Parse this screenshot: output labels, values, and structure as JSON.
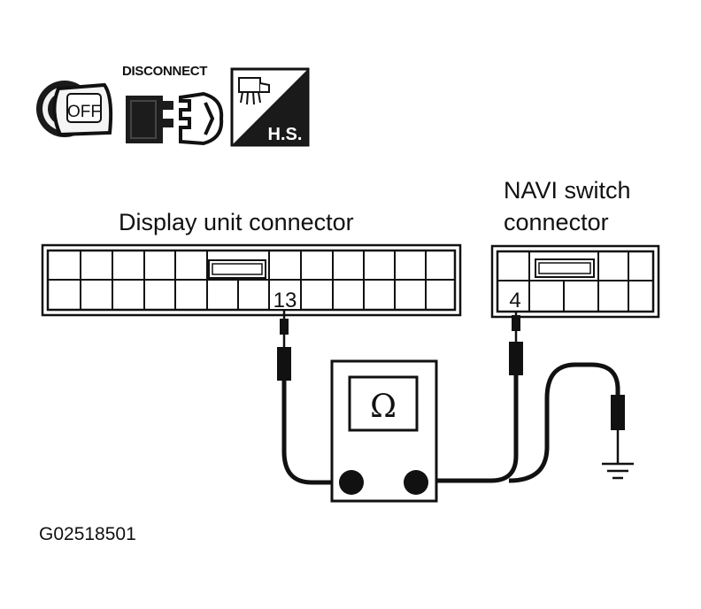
{
  "icons": {
    "ignition_label": "OFF",
    "disconnect_label": "DISCONNECT",
    "harness_label": "H.S."
  },
  "display_connector": {
    "title": "Display unit connector",
    "terminal": "13"
  },
  "navi_connector": {
    "title_line1": "NAVI switch",
    "title_line2": "connector",
    "terminal": "4"
  },
  "meter": {
    "symbol": "Ω"
  },
  "figure_code": "G02518501"
}
